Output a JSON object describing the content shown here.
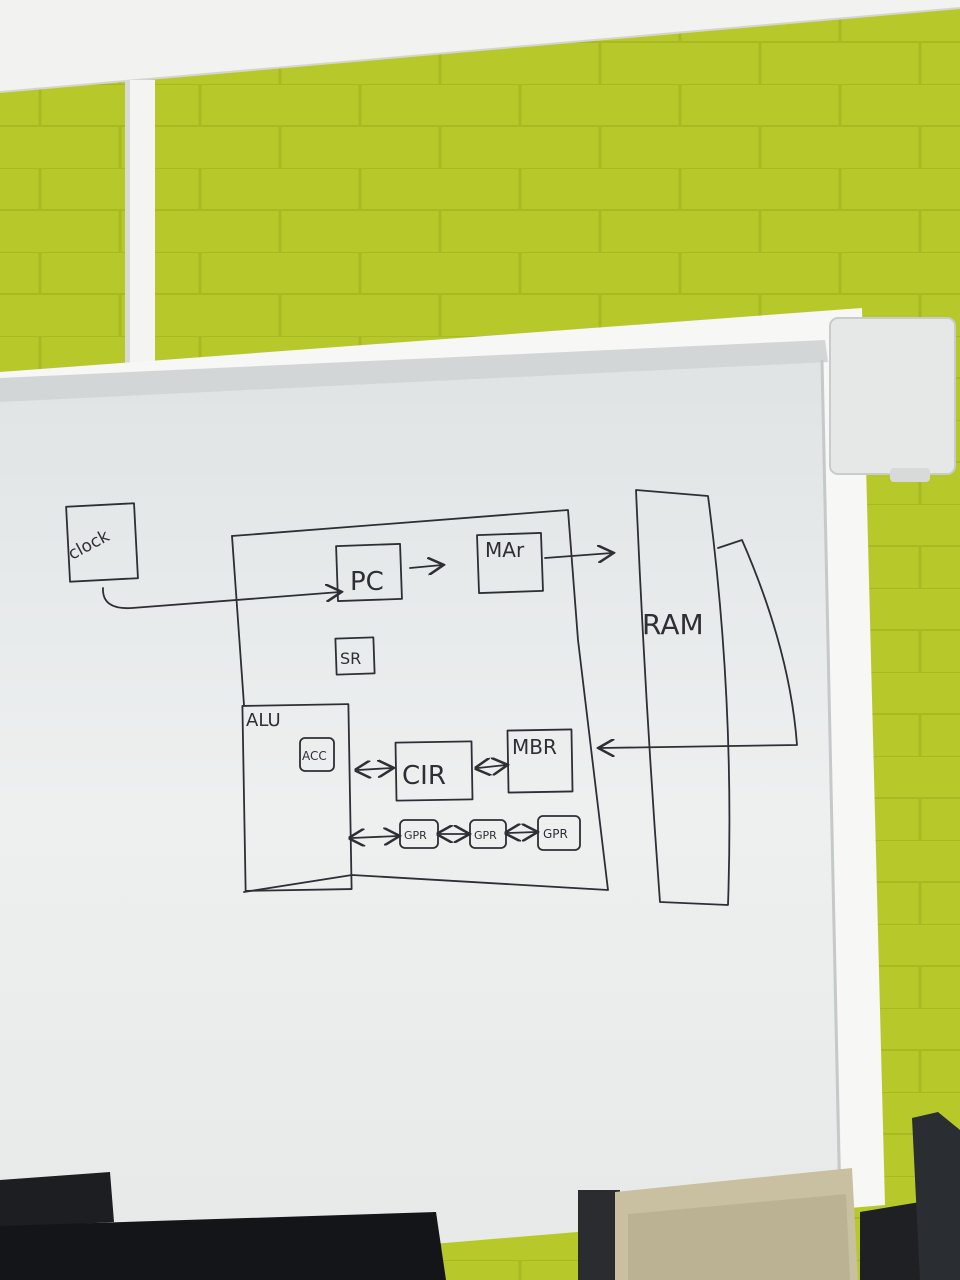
{
  "whiteboard": {
    "clock_label": "clock",
    "cpu": {
      "pc_label": "PC",
      "mar_label": "MAr",
      "sr_label": "SR",
      "alu_label": "ALU",
      "acc_label": "ACC",
      "cir_label": "CIR",
      "mbr_label": "MBR",
      "gpr_labels": [
        "GPR",
        "GPR",
        "GPR"
      ]
    },
    "ram_label": "RAM"
  },
  "colors": {
    "wall": "#b7c92a",
    "board": "#e9ecec",
    "marker": "#2e2e36"
  }
}
